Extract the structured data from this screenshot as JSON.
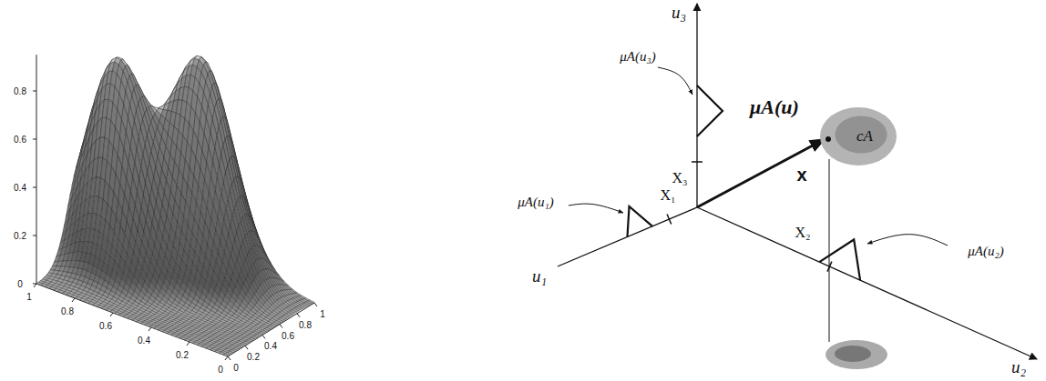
{
  "diagram": {
    "nodes": [
      {
        "text": [
          "cA"
        ]
      }
    ],
    "labels": [
      "μA(u₃)",
      "u₃",
      "X₃",
      "μA(u)",
      "μA(u₁)",
      "X₁",
      "x",
      "X₂",
      "μA(u₂)",
      "u₁",
      "u₂",
      "0.8",
      "0.6",
      "0.4",
      "0.2",
      "0",
      "1",
      "0.8",
      "0.6",
      "0.4",
      "0.2",
      "0",
      "0",
      "0.2",
      "0.4",
      "0.6",
      "0.8",
      "1"
    ]
  }
}
